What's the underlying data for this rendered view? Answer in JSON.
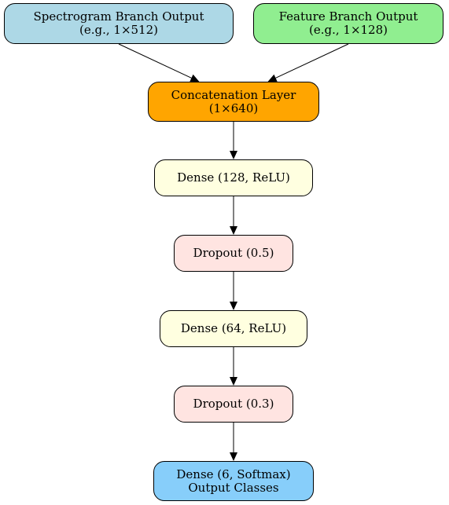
{
  "diagram": {
    "nodes": {
      "spectrogram": {
        "line1": "Spectrogram Branch Output",
        "line2": "(e.g., 1×512)",
        "fill": "#add8e6"
      },
      "feature": {
        "line1": "Feature Branch Output",
        "line2": "(e.g., 1×128)",
        "fill": "#90ee90"
      },
      "concat": {
        "line1": "Concatenation Layer",
        "line2": "(1×640)",
        "fill": "#ffa500"
      },
      "dense1": {
        "line1": "Dense (128, ReLU)",
        "fill": "#ffffe0"
      },
      "dropout1": {
        "line1": "Dropout (0.5)",
        "fill": "#ffe4e1"
      },
      "dense2": {
        "line1": "Dense (64, ReLU)",
        "fill": "#ffffe0"
      },
      "dropout2": {
        "line1": "Dropout (0.3)",
        "fill": "#ffe4e1"
      },
      "output": {
        "line1": "Dense (6, Softmax)",
        "line2": "Output Classes",
        "fill": "#87cefa"
      }
    },
    "edges": [
      [
        "spectrogram",
        "concat"
      ],
      [
        "feature",
        "concat"
      ],
      [
        "concat",
        "dense1"
      ],
      [
        "dense1",
        "dropout1"
      ],
      [
        "dropout1",
        "dense2"
      ],
      [
        "dense2",
        "dropout2"
      ],
      [
        "dropout2",
        "output"
      ]
    ]
  }
}
